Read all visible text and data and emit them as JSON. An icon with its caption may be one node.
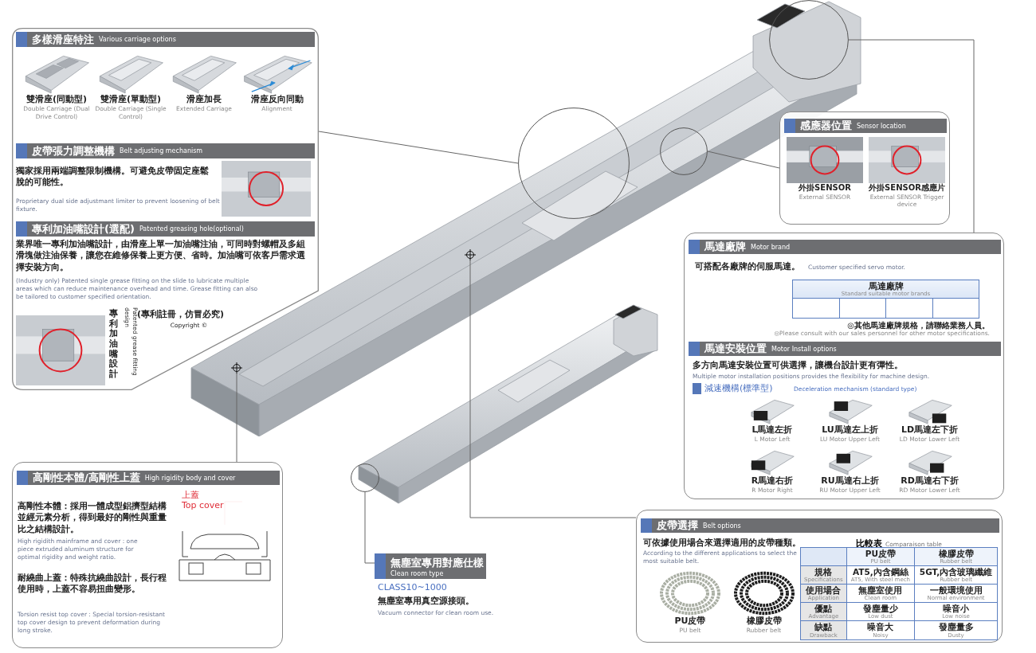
{
  "diagram": {
    "nodes": [
      {
        "text": [],
        "shape": "box"
      },
      {
        "text": [
          "多樣滑座特注",
          "Various carriage options"
        ],
        "in": 0
      },
      {
        "text": [
          "雙滑座(同動型)",
          "Double Carriage (Dual Drive Control)"
        ],
        "in": 0
      },
      {
        "text": [
          "雙滑座(單動型)",
          "Double Carriage (Single Control)"
        ],
        "in": 0
      },
      {
        "text": [
          "滑座加長",
          "Extended Carriage"
        ],
        "in": 0
      },
      {
        "text": [
          "滑座反向同動",
          "Alignment"
        ],
        "in": 0
      },
      {
        "text": [
          "皮帶張力調整機構",
          "Belt adjusting mechanism",
          "獨家採用兩端調整限制機構。可避免皮帶固定座鬆脫的可能性。",
          "Proprietary dual side adjustmant limiter to prevent loosening of belt fixture."
        ],
        "in": 0
      },
      {
        "text": [
          "專利加油嘴設計(選配)",
          "Patented greasing hole(optional)",
          "業界唯一專利加油嘴設計，由滑座上單一加油嘴注油，可同時對螺帽及多組滑塊做注油保養，讓您在維修保養上更方便、省時。加油嘴可依客戶需求選擇安裝方向。",
          "(Industry only) Patented single grease fitting on the slide to lubricate multiple areas which can reduce maintenance overhead and time. Grease fitting can also be tailored to customer specified orientation.",
          "專利加油嘴設計",
          "Patented grease fitting design",
          "(專利註冊，仿冒必究)",
          "Copyright ©"
        ],
        "in": 0
      },
      {
        "text": [
          "感應器位置",
          "Sensor location"
        ]
      },
      {
        "text": [
          "外掛SENSOR",
          "External SENSOR"
        ],
        "in": 8
      },
      {
        "text": [
          "外掛SENSOR感應片",
          "External SENSOR Trigger device"
        ],
        "in": 8
      },
      {
        "text": [],
        "shape": "box"
      },
      {
        "text": [
          "馬達廠牌",
          "Motor brand",
          "可搭配各廠牌的伺服馬達。",
          "Customer specified servo motor.",
          "◎其他馬達廠牌規格，請聯絡業務人員。",
          "◎Please consult with our sales personnel for other motor specifications."
        ],
        "in": 11
      },
      {
        "text": [
          "馬達安裝位置",
          "Motor Install options",
          "多方向馬達安裝位置可供選擇，讓機台設計更有彈性。",
          "Multiple motor installation positions provides the flexibility for machine design.",
          "減速機構(標準型)",
          "Deceleration mechanism (standard type)"
        ],
        "in": 11
      },
      {
        "text": [
          "L馬達左折",
          "L Motor Left"
        ],
        "in": 11
      },
      {
        "text": [
          "LU馬達左上折",
          "LU Motor Upper Left"
        ],
        "in": 11
      },
      {
        "text": [
          "LD馬達左下折",
          "LD Motor Lower Left"
        ],
        "in": 11
      },
      {
        "text": [
          "R馬達右折",
          "R Motor Right"
        ],
        "in": 11
      },
      {
        "text": [
          "RU馬達右上折",
          "RU Motor Upper Left"
        ],
        "in": 11
      },
      {
        "text": [
          "RD馬達右下折",
          "RD Motor Lower Left"
        ],
        "in": 11
      },
      {
        "text": [
          "高剛性本體/高剛性上蓋",
          "High rigidity body and cover",
          "高剛性本體：採用一體成型鋁擠型結構並經元素分析，得到最好的剛性與重量比之結構設計。",
          "High rigidith mainframe and cover : one piece extruded aluminum structure for optimal rigidity and weight ratio.",
          "耐繞曲上蓋：特殊抗繞曲設計，長行程使用時，上蓋不容易扭曲變形。",
          "Torsion resist top cover : Special torsion-resistant top cover design to prevent deformation during long stroke."
        ]
      },
      {
        "text": [
          "上蓋",
          "Top cover"
        ],
        "in": 20
      },
      {
        "text": [],
        "shape": "picture",
        "in": 20
      },
      {
        "text": [
          "無塵室專用對應仕樣",
          "Clean room type",
          "CLASS10~1000",
          "無塵室專用真空源接頭。",
          "Vacuum connector for clean room use."
        ]
      },
      {
        "text": [
          "皮帶選擇",
          "Belt options",
          "可依據使用場合來選擇適用的皮帶種類。",
          "According to the different applications to select the most suitable belt."
        ]
      },
      {
        "text": [
          "PU皮帶",
          "PU belt"
        ],
        "in": 24
      },
      {
        "text": [
          "橡膠皮帶",
          "Rubber belt"
        ],
        "in": 24
      },
      {
        "text": [],
        "shape": "picture"
      },
      {
        "text": [],
        "shape": "picture"
      },
      {
        "text": [],
        "shape": "circle",
        "in": 27
      },
      {
        "text": [],
        "shape": "circle",
        "in": 27
      },
      {
        "text": [],
        "shape": "circle"
      },
      {
        "text": [],
        "shape": "target"
      },
      {
        "text": [],
        "shape": "target",
        "in": 27
      },
      {
        "text": [],
        "shape": "circle"
      }
    ],
    "edges": [
      {
        "from": 0,
        "to": 29,
        "arrow": "none"
      },
      {
        "from": 8,
        "to": 30,
        "arrow": "none"
      },
      {
        "from": 11,
        "to": 31,
        "arrow": "none"
      },
      {
        "from": 20,
        "to": 32,
        "arrow": "none"
      },
      {
        "from": 24,
        "to": 33,
        "arrow": "none"
      },
      {
        "from": 23,
        "to": 34,
        "arrow": "none"
      },
      {
        "from": 21,
        "to": 22,
        "arrow": "none",
        "color": "#e0303a"
      }
    ],
    "labels": [
      "馬達廠牌",
      "Standard suitable motor brands",
      "比較表",
      "Comparaison table",
      "PU皮帶",
      "PU belt",
      "橡膠皮帶",
      "Rubber belt",
      "規格",
      "Specifications",
      "AT5,內含鋼絲",
      "AT5, With steel mech",
      "5GT,內含玻璃纖維",
      "Rubber belt",
      "使用場合",
      "Application",
      "無塵室使用",
      "Clean room",
      "一般環境使用",
      "Normal environment",
      "優點",
      "Advantage",
      "發塵量少",
      "Low dust",
      "噪音小",
      "Low noise",
      "缺點",
      "Drawback",
      "噪音大",
      "Noisy",
      "發塵量多",
      "Dusty"
    ]
  }
}
